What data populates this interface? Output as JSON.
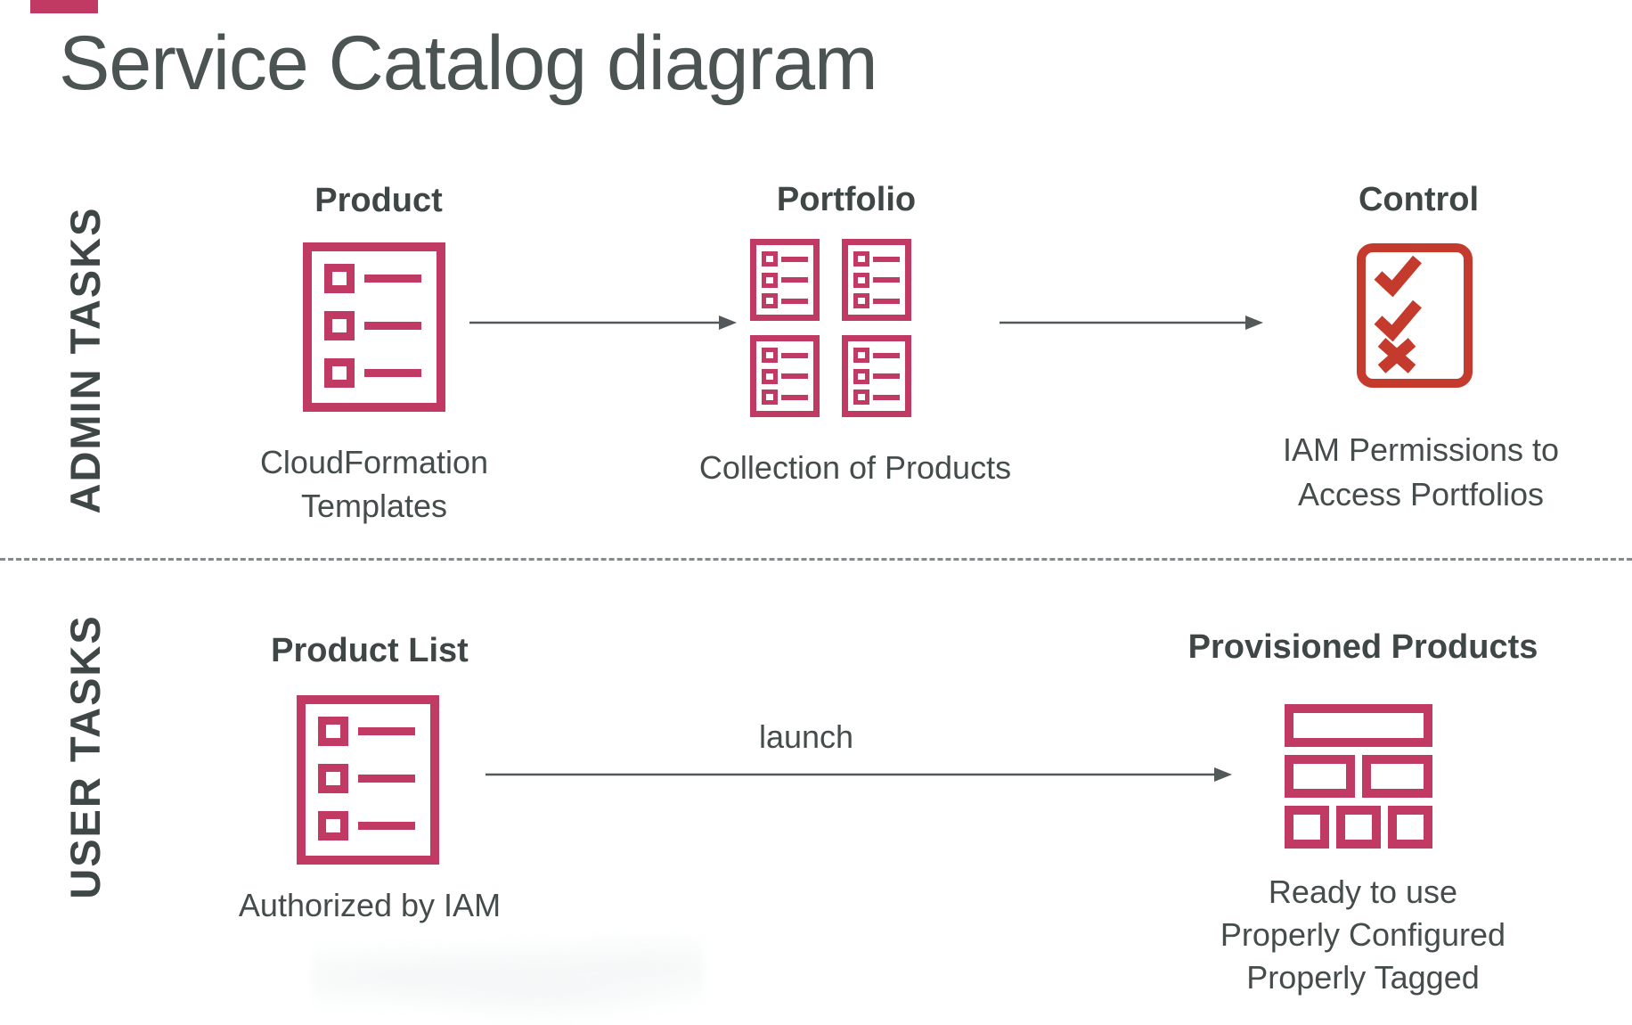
{
  "page": {
    "title": "Service Catalog diagram"
  },
  "colors": {
    "accent_pink": "#C13A63",
    "accent_red": "#C43A2C",
    "heading_gray": "#4C5353",
    "label_gray": "#3F4646",
    "caption_gray": "#454C4C",
    "arrow_gray": "#53585A",
    "divider_gray": "#838B8C"
  },
  "admin": {
    "row_label": "ADMIN TASKS",
    "product": {
      "title": "Product",
      "caption": "CloudFormation\nTemplates"
    },
    "portfolio": {
      "title": "Portfolio",
      "caption": "Collection of Products"
    },
    "control": {
      "title": "Control",
      "caption": "IAM Permissions to\nAccess Portfolios"
    }
  },
  "user": {
    "row_label": "USER TASKS",
    "product_list": {
      "title": "Product List",
      "caption": "Authorized by IAM"
    },
    "launch": {
      "arrow_label": "launch"
    },
    "provisioned": {
      "title": "Provisioned Products",
      "caption": "Ready to use\nProperly Configured\nProperly Tagged"
    }
  }
}
